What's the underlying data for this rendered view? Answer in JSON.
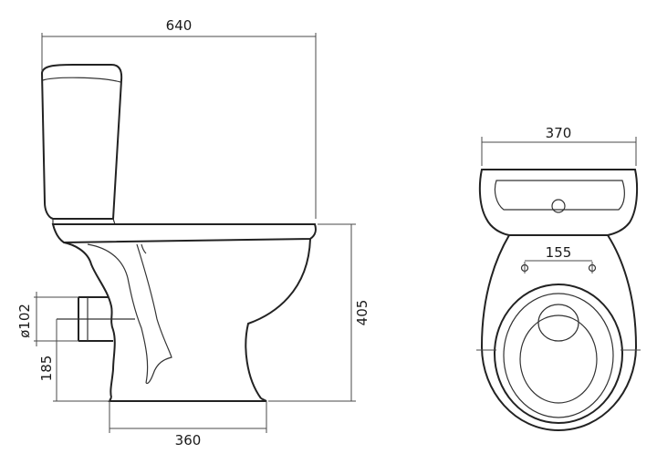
{
  "colors": {
    "line": "#222222",
    "dimension": "#4a4a4a",
    "background": "#ffffff"
  },
  "dimensions": {
    "overall_length": "640",
    "total_height": "405",
    "outlet_diameter": "ø102",
    "outlet_height": "185",
    "base_length": "360",
    "overall_width": "370",
    "fixing_distance": "155"
  }
}
